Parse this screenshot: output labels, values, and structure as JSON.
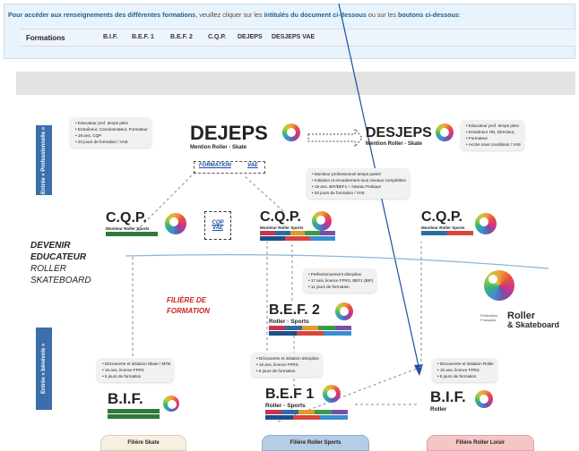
{
  "info": {
    "text_prefix": "Pour accéder aux renseignements des différentes formations",
    "text_middle": ", veuillez cliquer sur les ",
    "text_bold1": "intitulés du document ci-dessous",
    "text_or": " ou sur les ",
    "text_bold2": "boutons ci-dessous",
    "text_end": ":",
    "tabs_lead": "Formations",
    "tabs": [
      "B.I.F.",
      "B.E.F. 1",
      "B.E.F. 2",
      "C.Q.P.",
      "DEJEPS",
      "DESJEPS VAE"
    ]
  },
  "sidebars": {
    "pro": "Entrée « Professionnelle »",
    "benevole": "Entrée « bénévole »"
  },
  "devenir": [
    "DEVENIR",
    "EDUCATEUR",
    "ROLLER",
    "SKATEBOARD"
  ],
  "filiere_formation": [
    "FILIÈRE DE",
    "FORMATION"
  ],
  "dejeps": {
    "title": "DEJEPS",
    "sub": "Mention Roller - Skate",
    "link1": "FORMATION",
    "link2": "VAE"
  },
  "desjeps": {
    "title": "DESJEPS",
    "sub": "Mention Roller - Skate"
  },
  "cqp": {
    "title": "C.Q.P.",
    "sub": "Moniteur Roller Sports"
  },
  "cqp_links": [
    "CQP",
    "VAE"
  ],
  "bef2": {
    "title": "B.E.F. 2",
    "sub": "Roller - Sports"
  },
  "bef1": {
    "title": "B.E.F 1",
    "sub": "Roller - Sports"
  },
  "bif": {
    "title": "B.I.F."
  },
  "bif_roller_sub": "Roller",
  "federation": {
    "line1": "Fédération",
    "line2": "Française",
    "brand1": "Roller",
    "brand2": "& Skateboard"
  },
  "notes": {
    "dejeps": [
      "Educateur prof. temps plein",
      "Entraîneur, Coordonnateur, Formateur",
      "18 ans, CQP",
      "20 jours de formation / VAE"
    ],
    "desjeps": [
      "Educateur prof. temps plein",
      "Entraîneur HN, Directeur,",
      "Formateur",
      "Accès sous conditions / VAE"
    ],
    "cqp": [
      "Moniteur professionnel temps partiel",
      "Initiation et encadrement tous niveaux compétition",
      "18 ans, BIF/BEF1 + Niveau Pratique",
      "20 jours de formation / VAE"
    ],
    "bef2": [
      "Perfectionnement discipline",
      "17 ans, licence FFRS, BEF1 (BIF)",
      "11 jours de formation"
    ],
    "bef1": [
      "Découverte et initiation discipline",
      "16 ans, licence FFRS",
      "8 jours de formation"
    ],
    "bif_skate": [
      "Découverte et initiation Skate / MTB",
      "16 ans, licence FFRS",
      "5 jours de formation"
    ],
    "bif_roller": [
      "Découverte et initiation Roller",
      "16 ans, licence FFRS",
      "5 jours de formation"
    ]
  },
  "footers": [
    "Filière Skate",
    "Filière Roller Sports",
    "Filière Roller Loisir"
  ],
  "colors": {
    "accent": "#1f5f8e",
    "sidebar": "#3a6faa",
    "red": "#d02020",
    "roller_sports_bg": "#b6cde6",
    "loisir_bg": "#f5c6c6",
    "skate_bg": "#f7f0e0"
  }
}
